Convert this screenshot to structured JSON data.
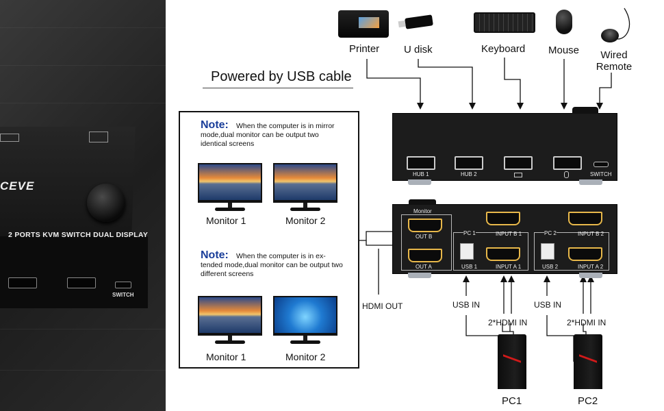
{
  "photo": {
    "brand": "CEVE",
    "front_title": "2 PORTS KVM SWITCH DUAL DISPLAY",
    "switch_label": "SWITCH"
  },
  "heading": "Powered by USB cable",
  "notes": [
    {
      "title": "Note:",
      "text": "When the computer is in mirror mode,dual monitor can be output two identical screens",
      "monitors": [
        "Monitor 1",
        "Monitor 2"
      ]
    },
    {
      "title": "Note:",
      "text": "When the computer is in ex-tended mode,dual monitor can be output two different screens",
      "monitors": [
        "Monitor 1",
        "Monitor 2"
      ]
    }
  ],
  "devices": {
    "printer": "Printer",
    "udisk": "U disk",
    "keyboard": "Keyboard",
    "mouse": "Mouse",
    "remote": "Wired Remote"
  },
  "hub": {
    "hub1": "HUB 1",
    "hub2": "HUB 2",
    "switch": "SWITCH"
  },
  "back": {
    "monitor": "Monitor",
    "out_b": "OUT B",
    "out_a": "OUT A",
    "pc1": "PC 1",
    "pc2": "PC 2",
    "usb1": "USB 1",
    "usb2": "USB 2",
    "input_b1": "INPUT B 1",
    "input_a1": "INPUT A 1",
    "input_b2": "INPUT B 2",
    "input_a2": "INPUT A 2"
  },
  "io": {
    "hdmi_out": "HDMI OUT",
    "usb_in": "USB IN",
    "hdmi_in": "2*HDMI IN"
  },
  "pcs": [
    "PC1",
    "PC2"
  ]
}
